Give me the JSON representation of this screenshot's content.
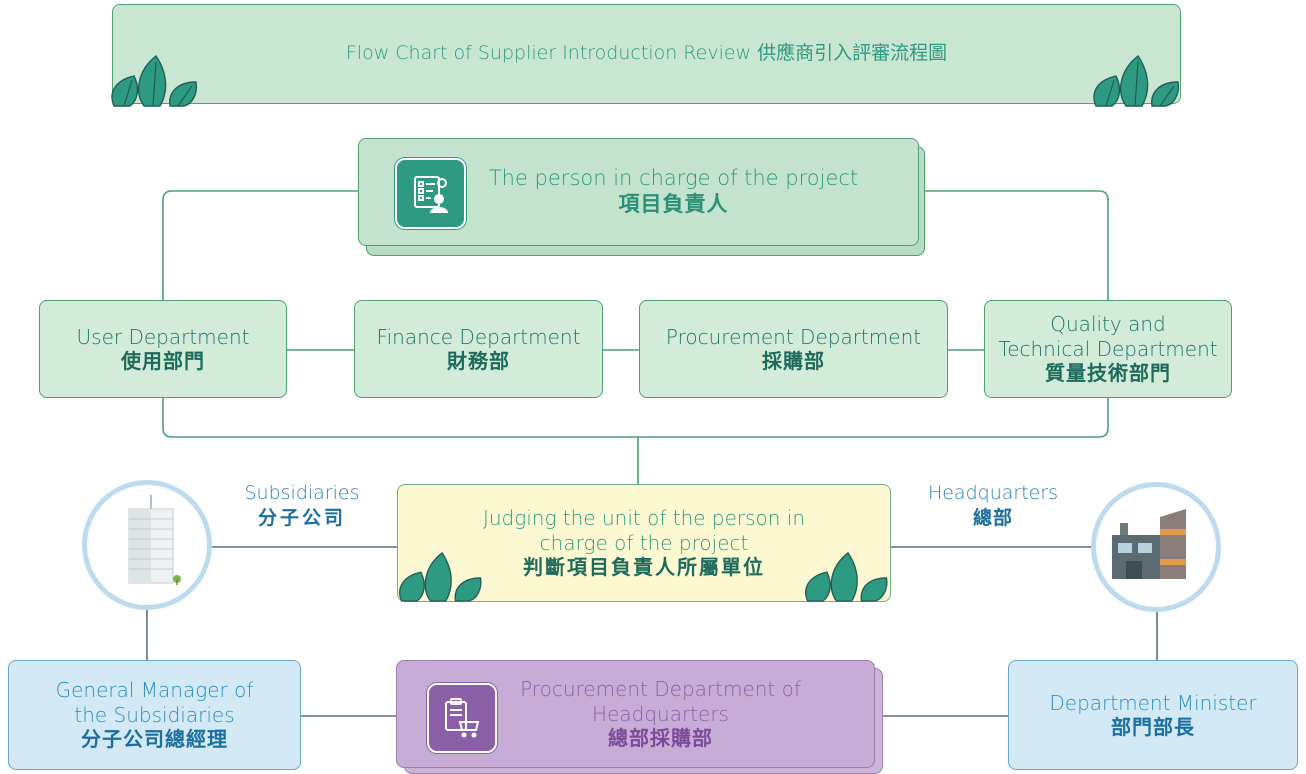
{
  "title": {
    "text": "Flow Chart of Supplier Introduction Review 供應商引入評審流程圖"
  },
  "project_owner": {
    "en": "The person in charge of the project",
    "zh": "項目負責人"
  },
  "departments": [
    {
      "en": "User Department",
      "zh": "使用部門"
    },
    {
      "en": "Finance Department",
      "zh": "財務部"
    },
    {
      "en": "Procurement Department",
      "zh": "採購部"
    },
    {
      "en_line1": "Quality and",
      "en_line2": "Technical Department",
      "zh": "質量技術部門"
    }
  ],
  "judge": {
    "en_line1": "Judging the unit of the person in",
    "en_line2": "charge of the project",
    "zh": "判斷項目負責人所屬單位"
  },
  "subsidiaries_label": {
    "en": "Subsidiaries",
    "zh": "分子公司"
  },
  "headquarters_label": {
    "en": "Headquarters",
    "zh": "總部"
  },
  "gm": {
    "en_line1": "General Manager of",
    "en_line2": "the Subsidiaries",
    "zh": "分子公司總經理"
  },
  "hq_procurement": {
    "en_line1": "Procurement Department of",
    "en_line2": "Headquarters",
    "zh": "總部採購部"
  },
  "minister": {
    "en": "Department Minister",
    "zh": "部門部長"
  },
  "colors": {
    "green_border": "#4ea072",
    "green_fill": "#d2ecd9",
    "teal_text": "#2f9a82",
    "yellow_fill": "#fbf8d2",
    "blue_fill": "#d3e9f6",
    "purple_fill": "#c7acd6",
    "line": "#4ea072"
  },
  "icons": [
    "leaf-plant-icon",
    "checklist-person-icon",
    "office-tower-icon",
    "factory-icon",
    "clipboard-cart-icon"
  ]
}
